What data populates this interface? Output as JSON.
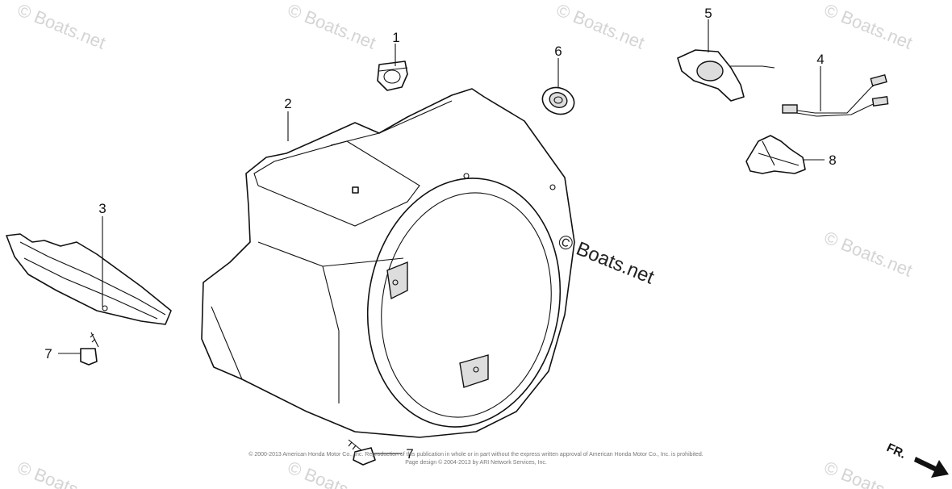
{
  "watermark": {
    "tile_text": "© Boats.net",
    "main_text": "© Boats.net"
  },
  "callouts": {
    "p1": "1",
    "p2": "2",
    "p3": "3",
    "p4": "4",
    "p5": "5",
    "p6": "6",
    "p7a": "7",
    "p7b": "7",
    "p8": "8"
  },
  "copyright": {
    "line1": "© 2000-2013 American Honda Motor Co., Inc. Reproduction of this publication in whole or in part without the express written approval of American Honda Motor Co., Inc. is prohibited.",
    "line2": "Page design © 2004-2013 by ARI Network Services, Inc."
  },
  "direction": {
    "label": "FR."
  }
}
